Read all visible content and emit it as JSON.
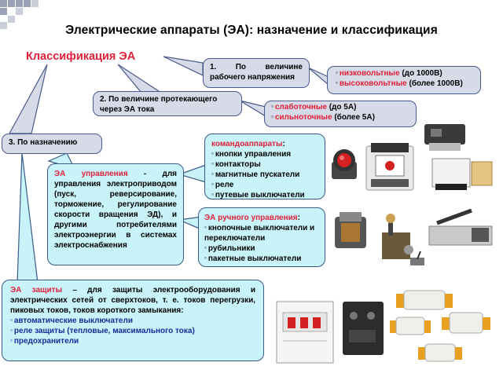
{
  "title": "Электрические аппараты (ЭА): назначение и классификация",
  "subtitle": "Классификация ЭА",
  "criteria": [
    {
      "label": "1. По величине рабочего напряжения"
    },
    {
      "label": "2. По величине протекающего через ЭА тока"
    },
    {
      "label": "3. По назначению"
    }
  ],
  "voltage": {
    "items": [
      {
        "name": "низковольтные",
        "note": "(до 1000В)"
      },
      {
        "name": "высоковольтные",
        "note": "(более 1000В)"
      }
    ]
  },
  "current": {
    "items": [
      {
        "name": "слаботочные",
        "note": "(до 5А)"
      },
      {
        "name": "сильноточные",
        "note": "(более 5А)"
      }
    ]
  },
  "control_devices": {
    "heading": "командоаппараты",
    "items": [
      "кнопки управления",
      "контакторы",
      "магнитные пускатели",
      "реле",
      "путевые выключатели"
    ]
  },
  "control_ea": {
    "name": "ЭА управления",
    "text": " - для управления электроприводом (пуск, реверсирование, торможение, регулирование скорости вращения ЭД), и другими потребителями электроэнергии в системах электроснабжения"
  },
  "manual_control": {
    "heading": "ЭА ручного управления",
    "items": [
      "кнопочные выключатели и переключатели",
      "рубильники",
      "пакетные выключатели"
    ]
  },
  "protection": {
    "name": "ЭА защиты",
    "text": " – для защиты электрооборудования и электрических сетей от сверхтоков, т. е. токов перегрузки, пиковых токов, токов короткого замыкания:",
    "items": [
      "автоматические выключатели",
      "реле защиты (тепловые, максимального тока)",
      "предохранители"
    ]
  },
  "colors": {
    "accent_red": "#e0203a",
    "box_fill": "#d7dbe8",
    "cyan_fill": "#c8f3f8",
    "border": "#4a5a8a"
  }
}
